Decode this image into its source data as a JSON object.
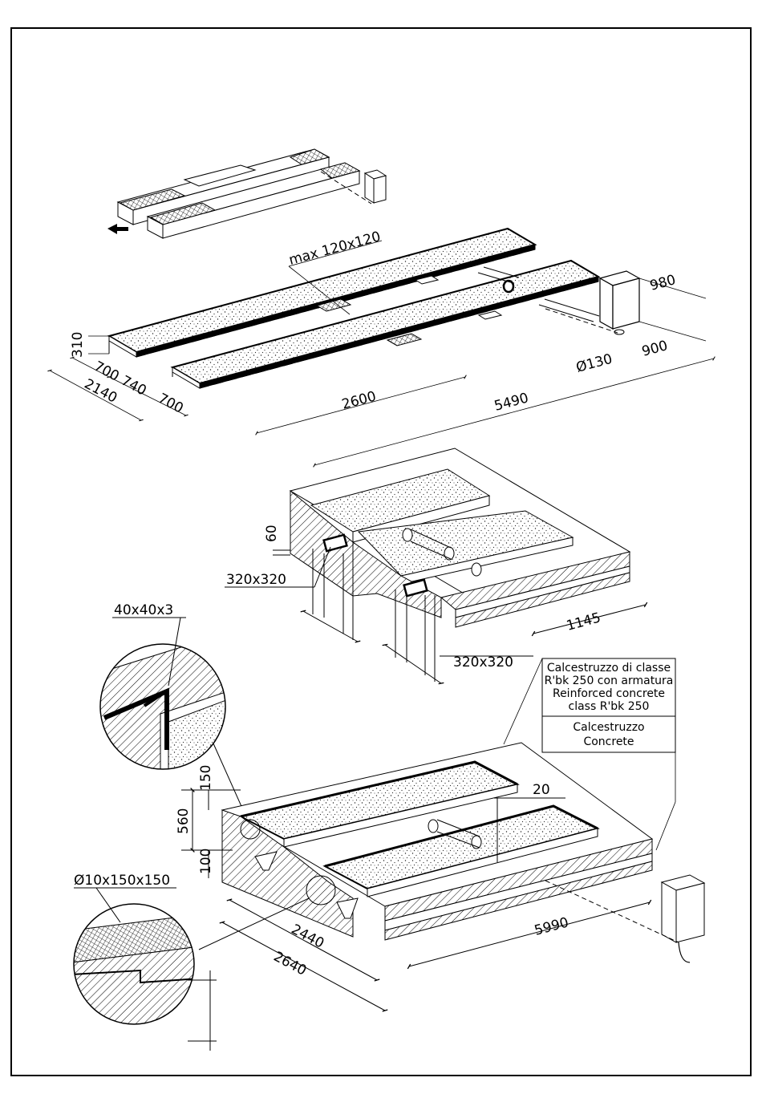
{
  "dimensions": {
    "top_plan": {
      "max_opening": "max 120x120",
      "pit_depth": "310",
      "edge_a": "700",
      "edge_b": "740",
      "edge_c": "700",
      "total_width": "2140",
      "pit_run": "2600",
      "total_length": "5490",
      "box_depth": "980",
      "box_offset": "900",
      "pipe_diameter": "Ø130"
    },
    "middle_section": {
      "step": "60",
      "grate_a": "320x320",
      "grate_b": "320x320",
      "width": "1145"
    },
    "bottom_section": {
      "angle_profile": "40x40x3",
      "mesh": "Ø10x150x150",
      "top_layer": "150",
      "total_height": "560",
      "base_layer": "100",
      "edge_gap": "20",
      "inner_width": "2440",
      "outer_width": "2640",
      "length": "5990"
    }
  },
  "legend": {
    "reinforced": [
      "Calcestruzzo di classe",
      "R'bk 250 con armatura",
      "Reinforced concrete",
      "class R'bk 250"
    ],
    "plain": [
      "Calcestruzzo",
      "Concrete"
    ]
  }
}
